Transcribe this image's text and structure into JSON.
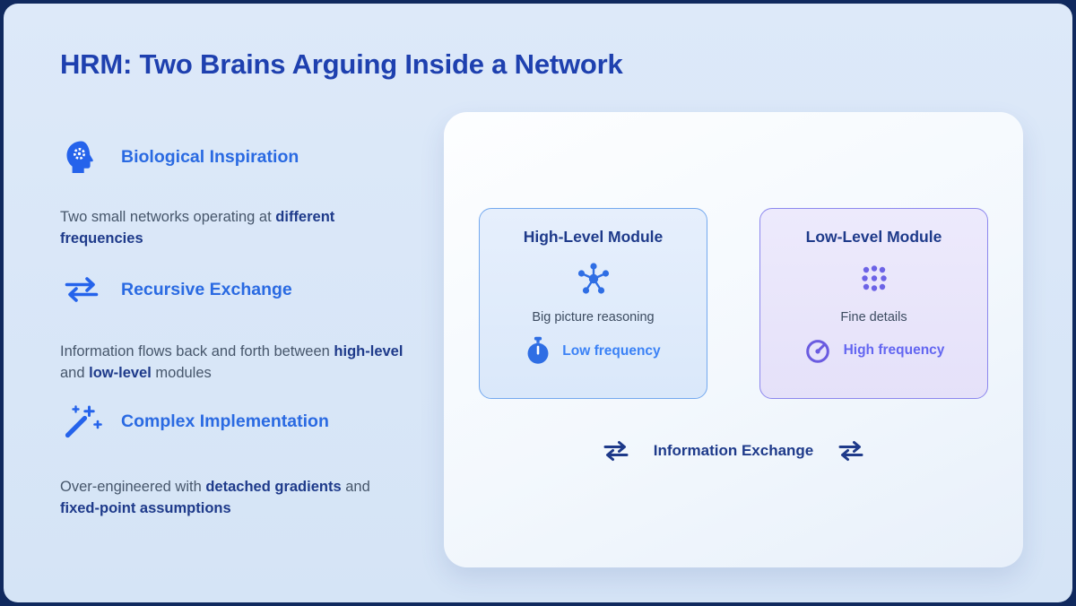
{
  "title": "HRM: Two Brains Arguing Inside a Network",
  "colors": {
    "accent_blue": "#2563eb",
    "heading_blue": "#2a6ae2",
    "navy": "#1e3a8a",
    "low_frequency_label": "#3b82f6",
    "high_frequency_label": "#6366f1",
    "high_card_border": "#74a9ef",
    "low_card_border": "#8c87ee"
  },
  "sidebar": {
    "sections": [
      {
        "icon": "head-gear-icon",
        "heading": "Biological Inspiration",
        "body": [
          {
            "text": "Two small networks operating at ",
            "bold": false
          },
          {
            "text": "different frequencies",
            "bold": true
          }
        ]
      },
      {
        "icon": "swap-arrows-icon",
        "heading": "Recursive Exchange",
        "body": [
          {
            "text": "Information flows back and forth between ",
            "bold": false
          },
          {
            "text": "high-level",
            "bold": true
          },
          {
            "text": " and ",
            "bold": false
          },
          {
            "text": "low-level",
            "bold": true
          },
          {
            "text": " modules",
            "bold": false
          }
        ]
      },
      {
        "icon": "magic-wand-icon",
        "heading": "Complex Implementation",
        "body": [
          {
            "text": "Over-engineered with ",
            "bold": false
          },
          {
            "text": "detached gradients",
            "bold": true
          },
          {
            "text": " and ",
            "bold": false
          },
          {
            "text": "fixed-point assumptions",
            "bold": true
          }
        ]
      }
    ]
  },
  "diagram": {
    "cards": [
      {
        "title": "High-Level Module",
        "icon": "network-hub-icon",
        "description": "Big picture reasoning",
        "frequency_icon": "stopwatch-icon",
        "frequency_label": "Low frequency",
        "accent": "#3b82f6"
      },
      {
        "title": "Low-Level Module",
        "icon": "dot-grid-icon",
        "description": "Fine details",
        "frequency_icon": "gauge-icon",
        "frequency_label": "High frequency",
        "accent": "#6366f1"
      }
    ],
    "exchange_label": "Information Exchange"
  }
}
